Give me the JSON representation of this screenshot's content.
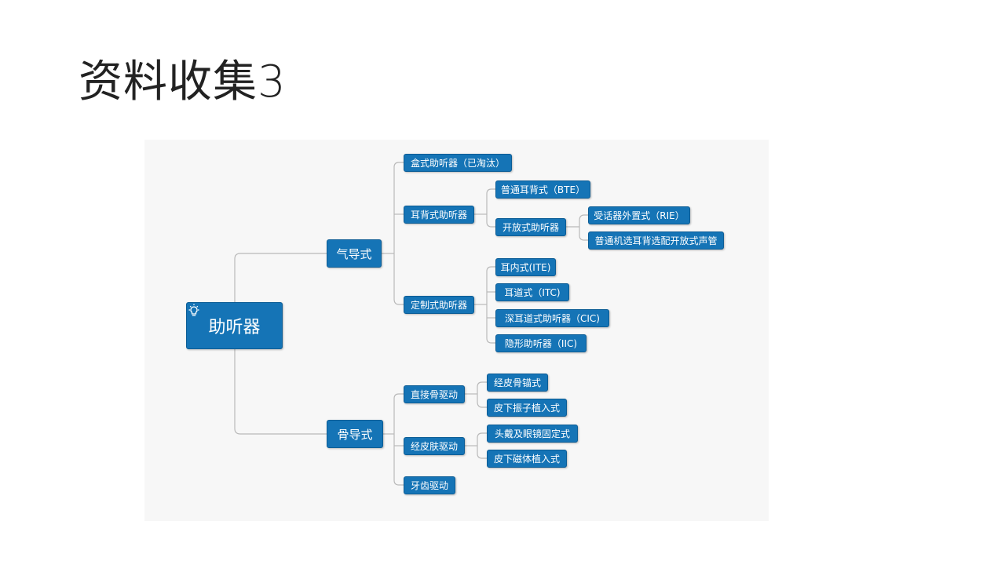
{
  "slide": {
    "title": "资料收集3"
  },
  "mindmap": {
    "root": "助听器",
    "air": {
      "label": "气导式",
      "box": "盒式助听器（已淘汰）",
      "bte": {
        "label": "耳背式助听器",
        "normal": "普通耳背式（BTE）",
        "open": {
          "label": "开放式助听器",
          "rie": "受话器外置式（RIE）",
          "normal_open": "普通机选耳背选配开放式声管"
        }
      },
      "custom": {
        "label": "定制式助听器",
        "items": [
          "耳内式(ITE)",
          "耳道式（ITC)",
          "深耳道式助听器（CIC)",
          "隐形助听器（IIC)"
        ]
      }
    },
    "bone": {
      "label": "骨导式",
      "direct": {
        "label": "直接骨驱动",
        "items": [
          "经皮骨锚式",
          "皮下振子植入式"
        ]
      },
      "skin": {
        "label": "经皮肤驱动",
        "items": [
          "头戴及眼镜固定式",
          "皮下磁体植入式"
        ]
      },
      "tooth": "牙齿驱动"
    }
  }
}
